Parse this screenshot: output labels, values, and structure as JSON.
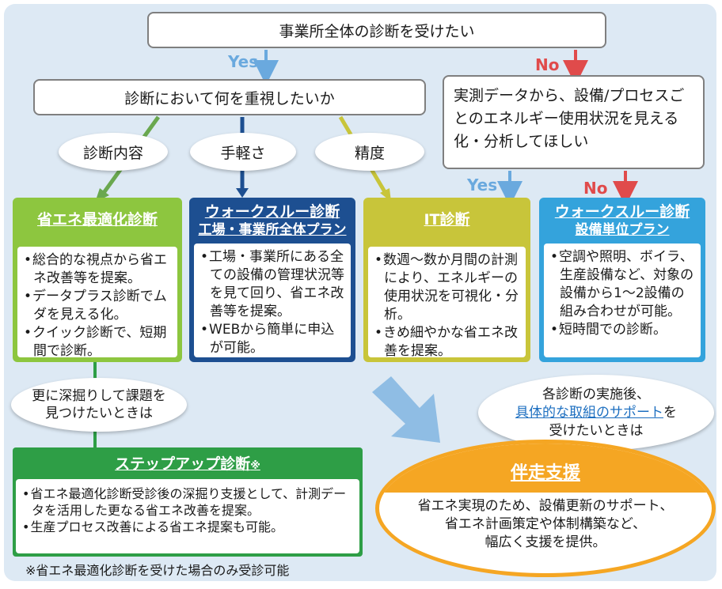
{
  "top_question": "事業所全体の診断を受けたい",
  "yes_label": "Yes",
  "no_label": "No",
  "focus_question": "診断において何を重視したいか",
  "measure_question": "実測データから、設備/プロセスごとのエネルギー使用状況を見える化・分析してほしい",
  "ellipses": [
    "診断内容",
    "手軽さ",
    "精度"
  ],
  "cards": [
    {
      "title": [
        "省エネ最適化診断"
      ],
      "color": "#8dc63f",
      "bullets": [
        "総合的な視点から省エネ改善等を提案。",
        "データプラス診断でムダを見える化。",
        "クイック診断で、短期間で診断。"
      ]
    },
    {
      "title": [
        "ウォークスルー診断",
        "工場・事業所全体プラン"
      ],
      "color": "#1d4f91",
      "bullets": [
        "工場・事業所にある全ての設備の管理状況等を見て回り、省エネ改善等を提案。",
        "WEBから簡単に申込が可能。"
      ]
    },
    {
      "title": [
        "IT診断"
      ],
      "color": "#c8c53a",
      "bullets": [
        "数週～数か月間の計測により、エネルギーの使用状況を可視化・分析。",
        "きめ細やかな省エネ改善を提案。"
      ]
    },
    {
      "title": [
        "ウォークスルー診断",
        "設備単位プラン"
      ],
      "color": "#34a3dc",
      "bullets": [
        "空調や照明、ボイラ、生産設備など、対象の設備から1～2設備の組み合わせが可能。",
        "短時間での診断。"
      ]
    }
  ],
  "deep_dive_bubble": "更に深掘りして課題を見つけたいときは",
  "support_bubble": {
    "line1": "各診断の実施後、",
    "link": "具体的な取組のサポート",
    "link_suffix": "を",
    "line3": "受けたいときは"
  },
  "step_up": {
    "title": "ステップアップ診断",
    "mark": "※",
    "bullets": [
      "省エネ最適化診断受診後の深掘り支援として、計測データを活用した更なる省エネ改善を提案。",
      "生産プロセス改善による省エネ提案も可能。"
    ]
  },
  "footnote": "※省エネ最適化診断を受けた場合のみ受診可能",
  "accompany": {
    "title": "伴走支援",
    "lines": [
      "省エネ実現のため、設備更新のサポート、",
      "省エネ計画策定や体制構築など、",
      "幅広く支援を提供。"
    ]
  },
  "colors": {
    "yes": "#6aa9de",
    "no": "#e04b4b",
    "green": "#2e9e46",
    "orange": "#f5a623",
    "navy": "#1d4f91"
  }
}
